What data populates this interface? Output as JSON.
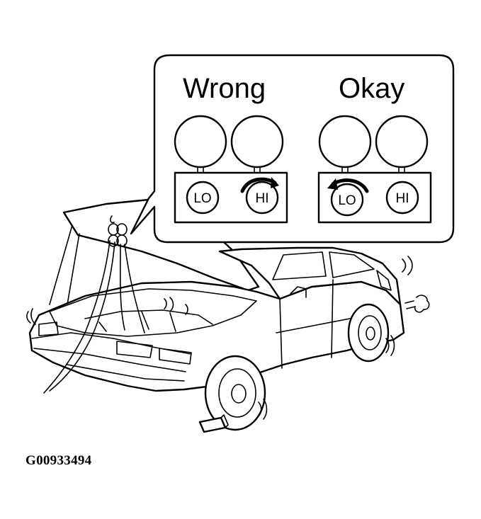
{
  "callout": {
    "wrong_label": "Wrong",
    "okay_label": "Okay",
    "wrong_gauge": {
      "lo_label": "LO",
      "hi_label": "HI",
      "turned_valve": "HI"
    },
    "okay_gauge": {
      "lo_label": "LO",
      "hi_label": "HI",
      "turned_valve": "LO"
    }
  },
  "figure_id": "G00933494",
  "icons": [
    "rotation-arrow-icon",
    "vibration-icon",
    "exhaust-puff-icon"
  ],
  "colors": {
    "line": "#000000",
    "background": "#ffffff"
  }
}
